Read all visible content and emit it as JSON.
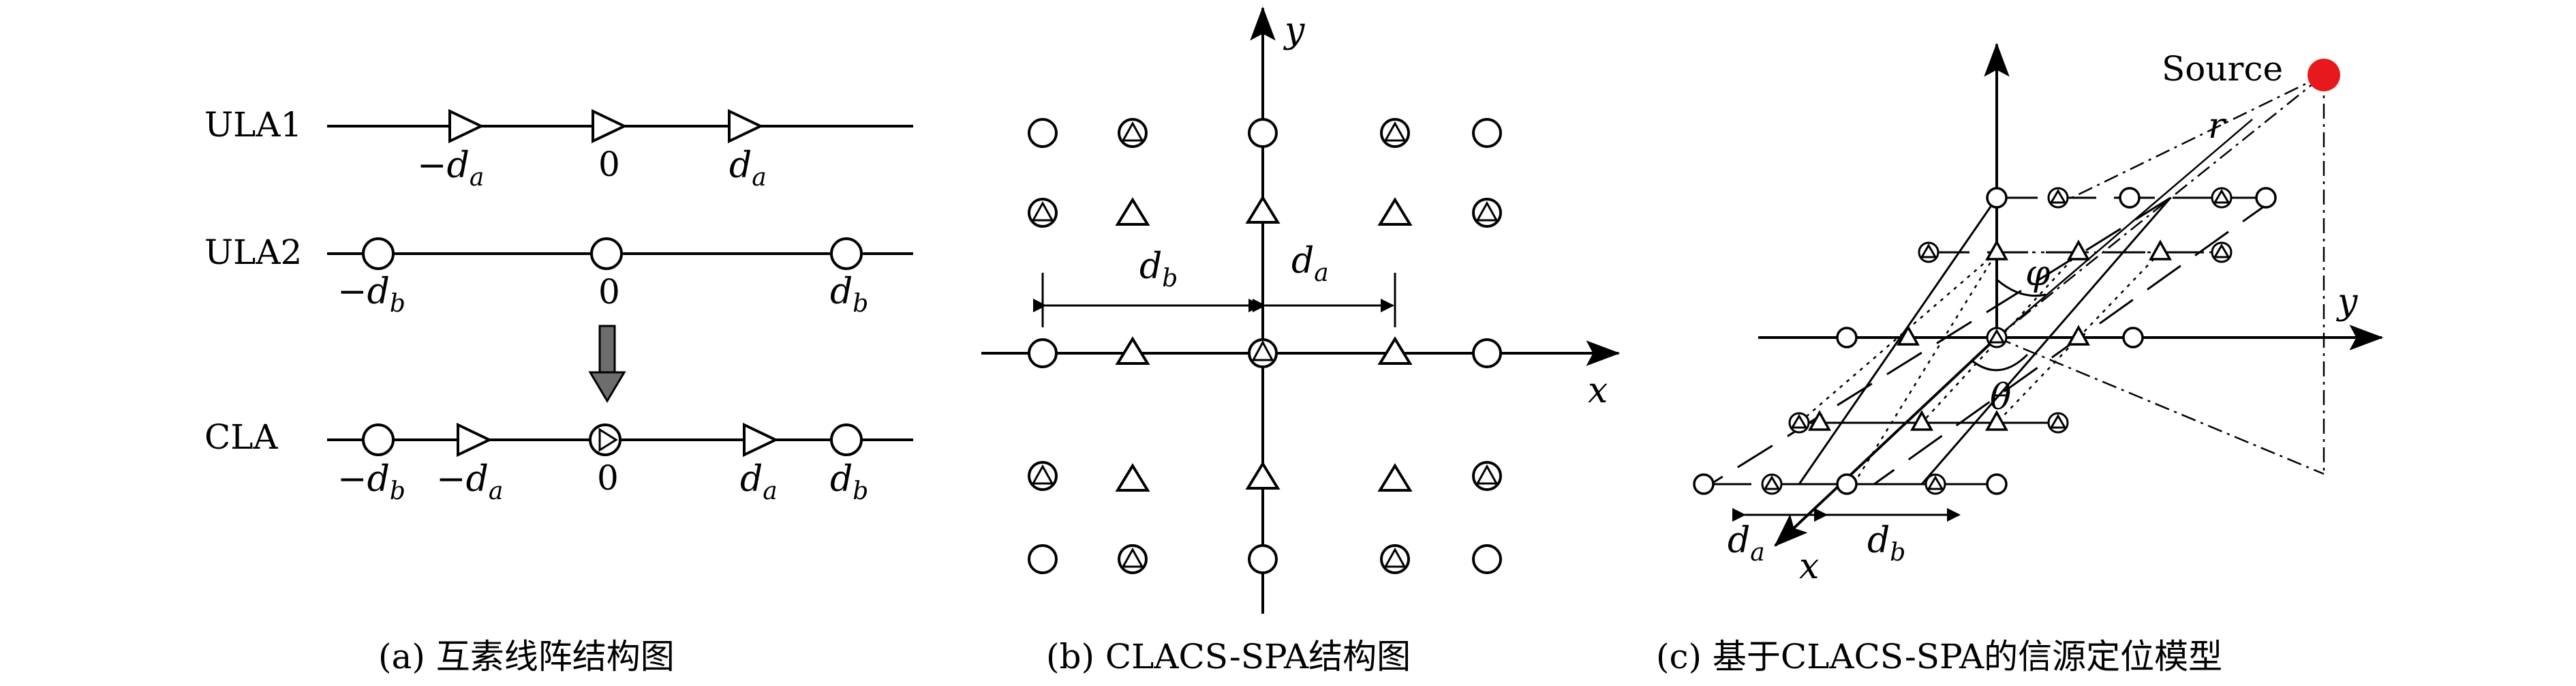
{
  "panel_a": {
    "ula1_label": "ULA1",
    "ula2_label": "ULA2",
    "cla_label": "CLA",
    "neg_da": "−d",
    "neg_db": "−d",
    "da": "d",
    "db": "d",
    "sub_a": "a",
    "sub_b": "b",
    "zero": "0",
    "caption": "(a) 互素线阵结构图"
  },
  "panel_b": {
    "x_axis": "x",
    "y_axis": "y",
    "db": "d",
    "da": "d",
    "sub_a": "a",
    "sub_b": "b",
    "caption": "(b) CLACS-SPA结构图"
  },
  "panel_c": {
    "source_label": "Source",
    "source_color": "#e8191c",
    "r_label": "r",
    "phi_label": "φ",
    "theta_label": "θ",
    "x_axis": "x",
    "y_axis": "y",
    "da": "d",
    "db": "d",
    "sub_a": "a",
    "sub_b": "b",
    "caption": "(c) 基于CLACS-SPA的信源定位模型"
  }
}
